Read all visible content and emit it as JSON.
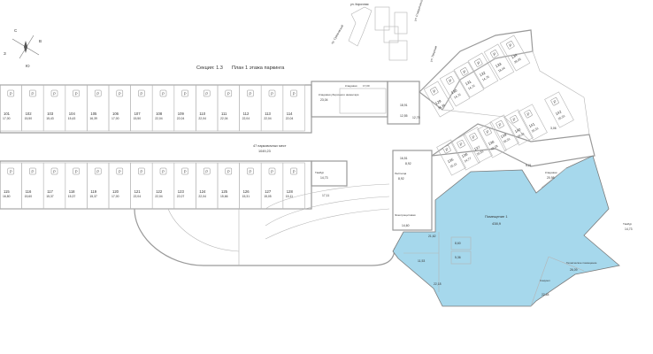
{
  "title": {
    "section": "Секция: 1.3",
    "floor": "План 1 этажа паркинга"
  },
  "compass": {
    "n": "С",
    "s": "Ю",
    "w": "З",
    "e": "В"
  },
  "streets": [
    "ул. Кирочная",
    "ул. Ставропольская",
    "пр. Суворовский",
    "ул. Тверская"
  ],
  "parking_title": "47 парковочных мест",
  "parking_area": "1049,23",
  "top_row": [
    {
      "num": "101",
      "area": "17,00"
    },
    {
      "num": "102",
      "area": "15,50"
    },
    {
      "num": "103",
      "area": "15,43"
    },
    {
      "num": "104",
      "area": "15,43"
    },
    {
      "num": "105",
      "area": "16,39"
    },
    {
      "num": "106",
      "area": "17,00"
    },
    {
      "num": "107",
      "area": "15,50"
    },
    {
      "num": "108",
      "area": "22,04"
    },
    {
      "num": "109",
      "area": "22,04"
    },
    {
      "num": "110",
      "area": "22,04"
    },
    {
      "num": "111",
      "area": "22,04"
    },
    {
      "num": "112",
      "area": "22,04"
    },
    {
      "num": "113",
      "area": "22,04"
    },
    {
      "num": "114",
      "area": "22,04"
    }
  ],
  "bottom_row": [
    {
      "num": "115",
      "area": "16,80"
    },
    {
      "num": "116",
      "area": "15,60"
    },
    {
      "num": "117",
      "area": "15,37"
    },
    {
      "num": "118",
      "area": "15,37"
    },
    {
      "num": "119",
      "area": "15,37"
    },
    {
      "num": "120",
      "area": "17,00"
    },
    {
      "num": "121",
      "area": "22,04"
    },
    {
      "num": "122",
      "area": "22,04"
    },
    {
      "num": "123",
      "area": "22,07"
    },
    {
      "num": "124",
      "area": "22,04"
    },
    {
      "num": "125",
      "area": "15,66"
    },
    {
      "num": "126",
      "area": "15,31"
    },
    {
      "num": "127",
      "area": "15,05"
    },
    {
      "num": "128",
      "area": "15,11"
    }
  ],
  "right_top": [
    {
      "num": "129",
      "area": "24,38"
    },
    {
      "num": "130",
      "area": "14,72"
    },
    {
      "num": "131",
      "area": "14,72"
    },
    {
      "num": "132",
      "area": "14,75"
    },
    {
      "num": "133",
      "area": "18,44"
    },
    {
      "num": "134",
      "area": "29,05"
    }
  ],
  "right_mid": [
    {
      "num": "135",
      "area": "15,11"
    },
    {
      "num": "136",
      "area": "14,77"
    },
    {
      "num": "137",
      "area": "16,51"
    },
    {
      "num": "138",
      "area": "18,28"
    },
    {
      "num": "139",
      "area": "18,31"
    },
    {
      "num": "140",
      "area": "18,31"
    },
    {
      "num": "141",
      "area": "16,31"
    },
    {
      "num": "142",
      "area": "16,31"
    }
  ],
  "rooms": {
    "service_left": "Кладовая уборочного инвентаря",
    "service_left_area": "23,04",
    "service_mid": "Кладовая",
    "service_mid_area": "17,00",
    "tambour": "Тамбур",
    "tambour_area": "14,73",
    "stairs": "Лестница",
    "stairs_area": "8,92",
    "lobby": "Электрощитовая",
    "lobby_area": "14,60",
    "small_1": "18,91",
    "small_2": "12,75",
    "small_3": "16,51",
    "small_4": "8,92",
    "small_5": "12,55",
    "small_6": "3,06",
    "small_7": "5,21",
    "premise_name": "Помещение 1",
    "premise_area": "438,9",
    "premise_sub1": "21,62",
    "premise_sub2": "8,60",
    "premise_sub3": "5,36",
    "premise_sub4": "11,53",
    "premise_sub5": "22,18",
    "premise_tambour": "Тамбур",
    "premise_tambour_area": "14,73",
    "premise_storage": "Кладовая",
    "premise_storage_area": "20,98",
    "premise_tech": "Техническое помещение",
    "premise_tech_area": "26,09",
    "premise_wc": "Санузел",
    "premise_wc_area": "22,64",
    "ramp_area": "17,11"
  },
  "accent_color": "#a6d8ec"
}
